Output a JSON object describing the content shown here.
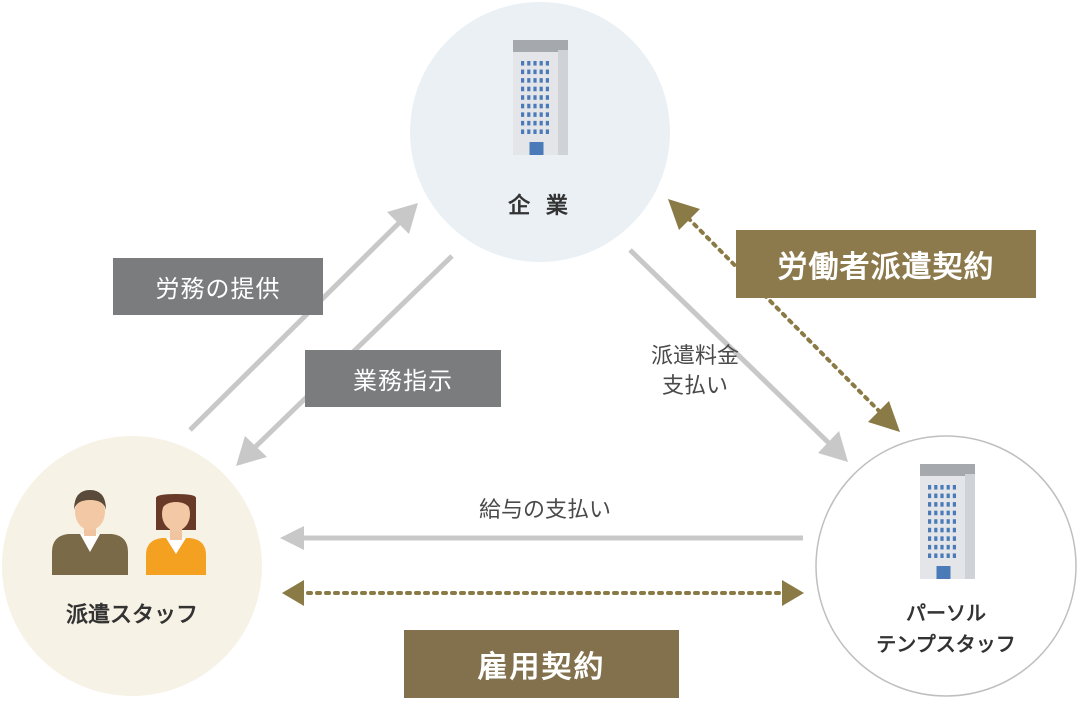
{
  "nodes": {
    "company": {
      "label": "企 業"
    },
    "staff": {
      "label": "派遣スタッフ"
    },
    "agency": {
      "line1": "パーソル",
      "line2": "テンプスタッフ"
    }
  },
  "labels": {
    "labor_provision": "労務の提供",
    "work_instruction": "業務指示",
    "dispatch_fee_line1": "派遣料金",
    "dispatch_fee_line2": "支払い",
    "salary_payment": "給与の支払い",
    "dispatch_contract": "労働者派遣契約",
    "employment_contract": "雇用契約"
  },
  "colors": {
    "company_circle": "#eaf0f4",
    "staff_circle": "#f7f2e6",
    "agency_circle": "#ffffff",
    "arrow_gray": "#c8c8c8",
    "dotted_olive": "#8a7a46",
    "grey_box": "#7a7c7e",
    "olive_box": "#8c7a4c",
    "brown_box": "#82714c"
  },
  "icons": {
    "company": "office-building-icon",
    "agency": "office-building-icon",
    "staff": [
      "male-staff-icon",
      "female-staff-icon"
    ]
  }
}
